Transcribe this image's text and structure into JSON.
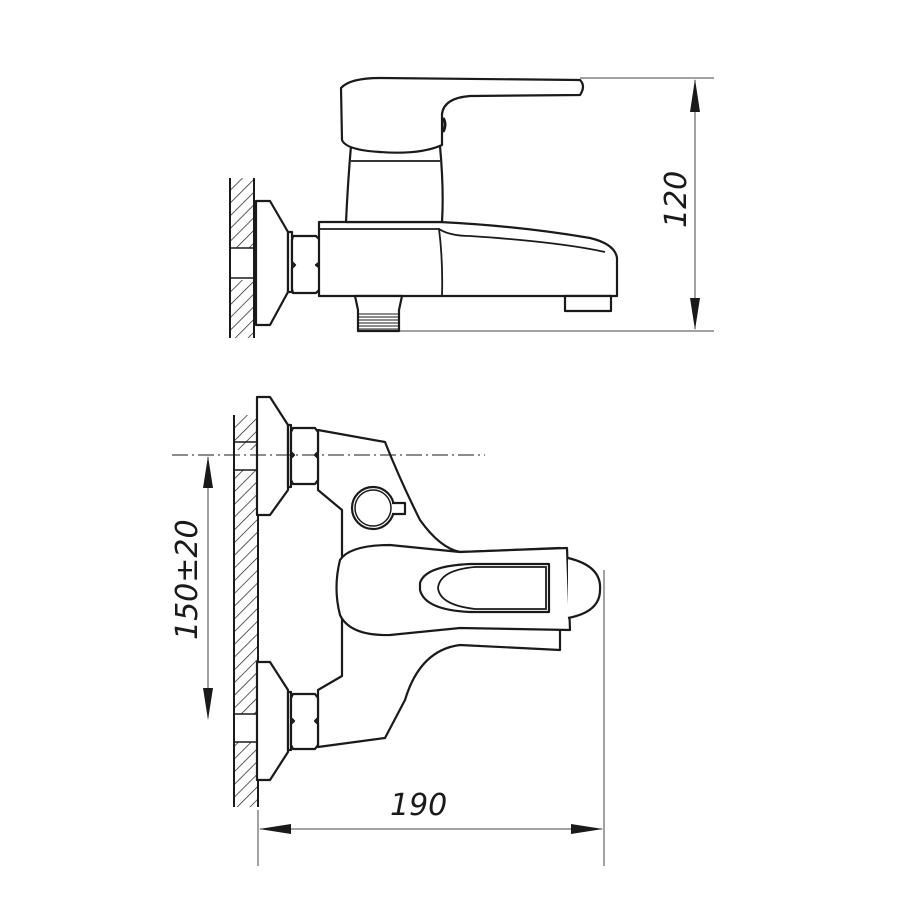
{
  "drawing": {
    "type": "technical-drawing",
    "subject": "wall-mounted bath mixer faucet",
    "views": [
      {
        "name": "side-view",
        "label": ""
      },
      {
        "name": "top-view",
        "label": ""
      }
    ],
    "dimensions": {
      "height": "120",
      "center_distance": "150±20",
      "depth": "190"
    },
    "colors": {
      "line": "#1a1a1a",
      "dimension_line": "#444444",
      "background": "#ffffff"
    }
  }
}
